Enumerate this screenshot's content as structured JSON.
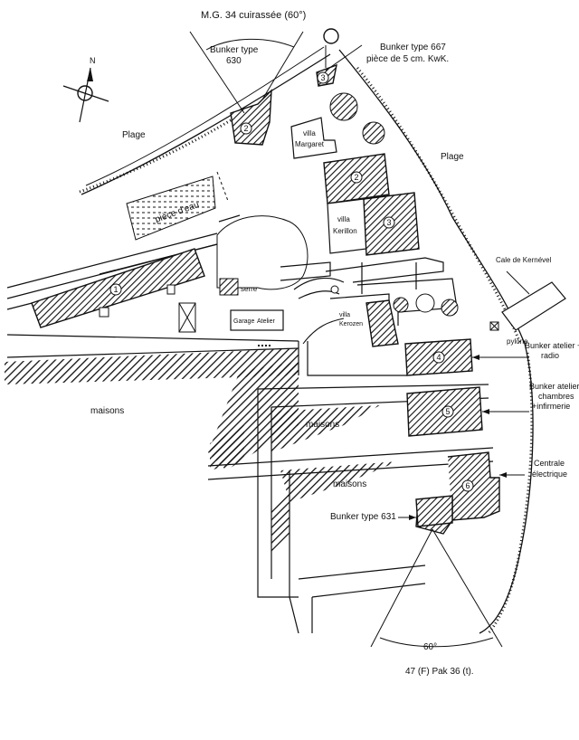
{
  "title": "M.G. 34 cuirassée (60°)",
  "labels": {
    "bunker_630_line1": "Bunker type",
    "bunker_630_line2": "630",
    "bunker_667_line1": "Bunker type 667",
    "bunker_667_line2": "pièce de 5 cm. KwK.",
    "plage_left": "Plage",
    "plage_right": "Plage",
    "villa_margaret_1": "villa",
    "villa_margaret_2": "Margaret",
    "villa_kerillon_1": "villa",
    "villa_kerillon_2": "Kerillon",
    "villa_kerozen_1": "villa",
    "villa_kerozen_2": "Kerozen",
    "piece_deau": "pièce d'eau",
    "serre": "serre",
    "garage": "Garage",
    "atelier": "Atelier",
    "cale": "Cale de Kernével",
    "pylone": "pylone",
    "bunker_atelier_radio_1": "Bunker atelier +",
    "bunker_atelier_radio_2": "radio",
    "bunker_atelier_ch_1": "Bunker atelier",
    "bunker_atelier_ch_2": "chambres",
    "bunker_atelier_ch_3": "+infirmerie",
    "centrale_1": "Centrale",
    "centrale_2": "électrique",
    "maisons_left": "maisons",
    "maisons_mid1": "maisons",
    "maisons_mid2": "maisons",
    "bunker_631": "Bunker type 631",
    "angle_bottom": "60°",
    "pak": "47 (F) Pak 36 (t).",
    "north": "N"
  },
  "numbers": {
    "n1": "1",
    "n2a": "2",
    "n3a": "3",
    "n2b": "2",
    "n3b": "3",
    "n4": "4",
    "n5": "5",
    "n6": "6"
  },
  "colors": {
    "ink": "#111111",
    "paper": "#ffffff"
  }
}
